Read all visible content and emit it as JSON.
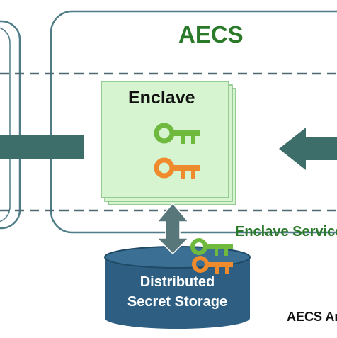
{
  "diagram": {
    "title": "AECS",
    "enclave_label": "Enclave",
    "enclave_service_label": "Enclave Service",
    "storage_line1": "Distributed",
    "storage_line2": "Secret Storage",
    "footer_label": "AECS Architecture",
    "icons": [
      "key-icon-green",
      "key-icon-orange",
      "double-arrow-icon",
      "arrow-left-icon",
      "arrow-right-icon"
    ],
    "colors": {
      "frame": "#4f7c87",
      "title_green": "#2a7a2a",
      "enclave_fill": "#d5f4cf",
      "enclave_border": "#7fbf7f",
      "key_green": "#6fba3e",
      "key_orange": "#ef8b2c",
      "arrow_teal": "#3e6e6a",
      "storage_fill": "#2e5f82",
      "dash": "#506a74"
    }
  }
}
